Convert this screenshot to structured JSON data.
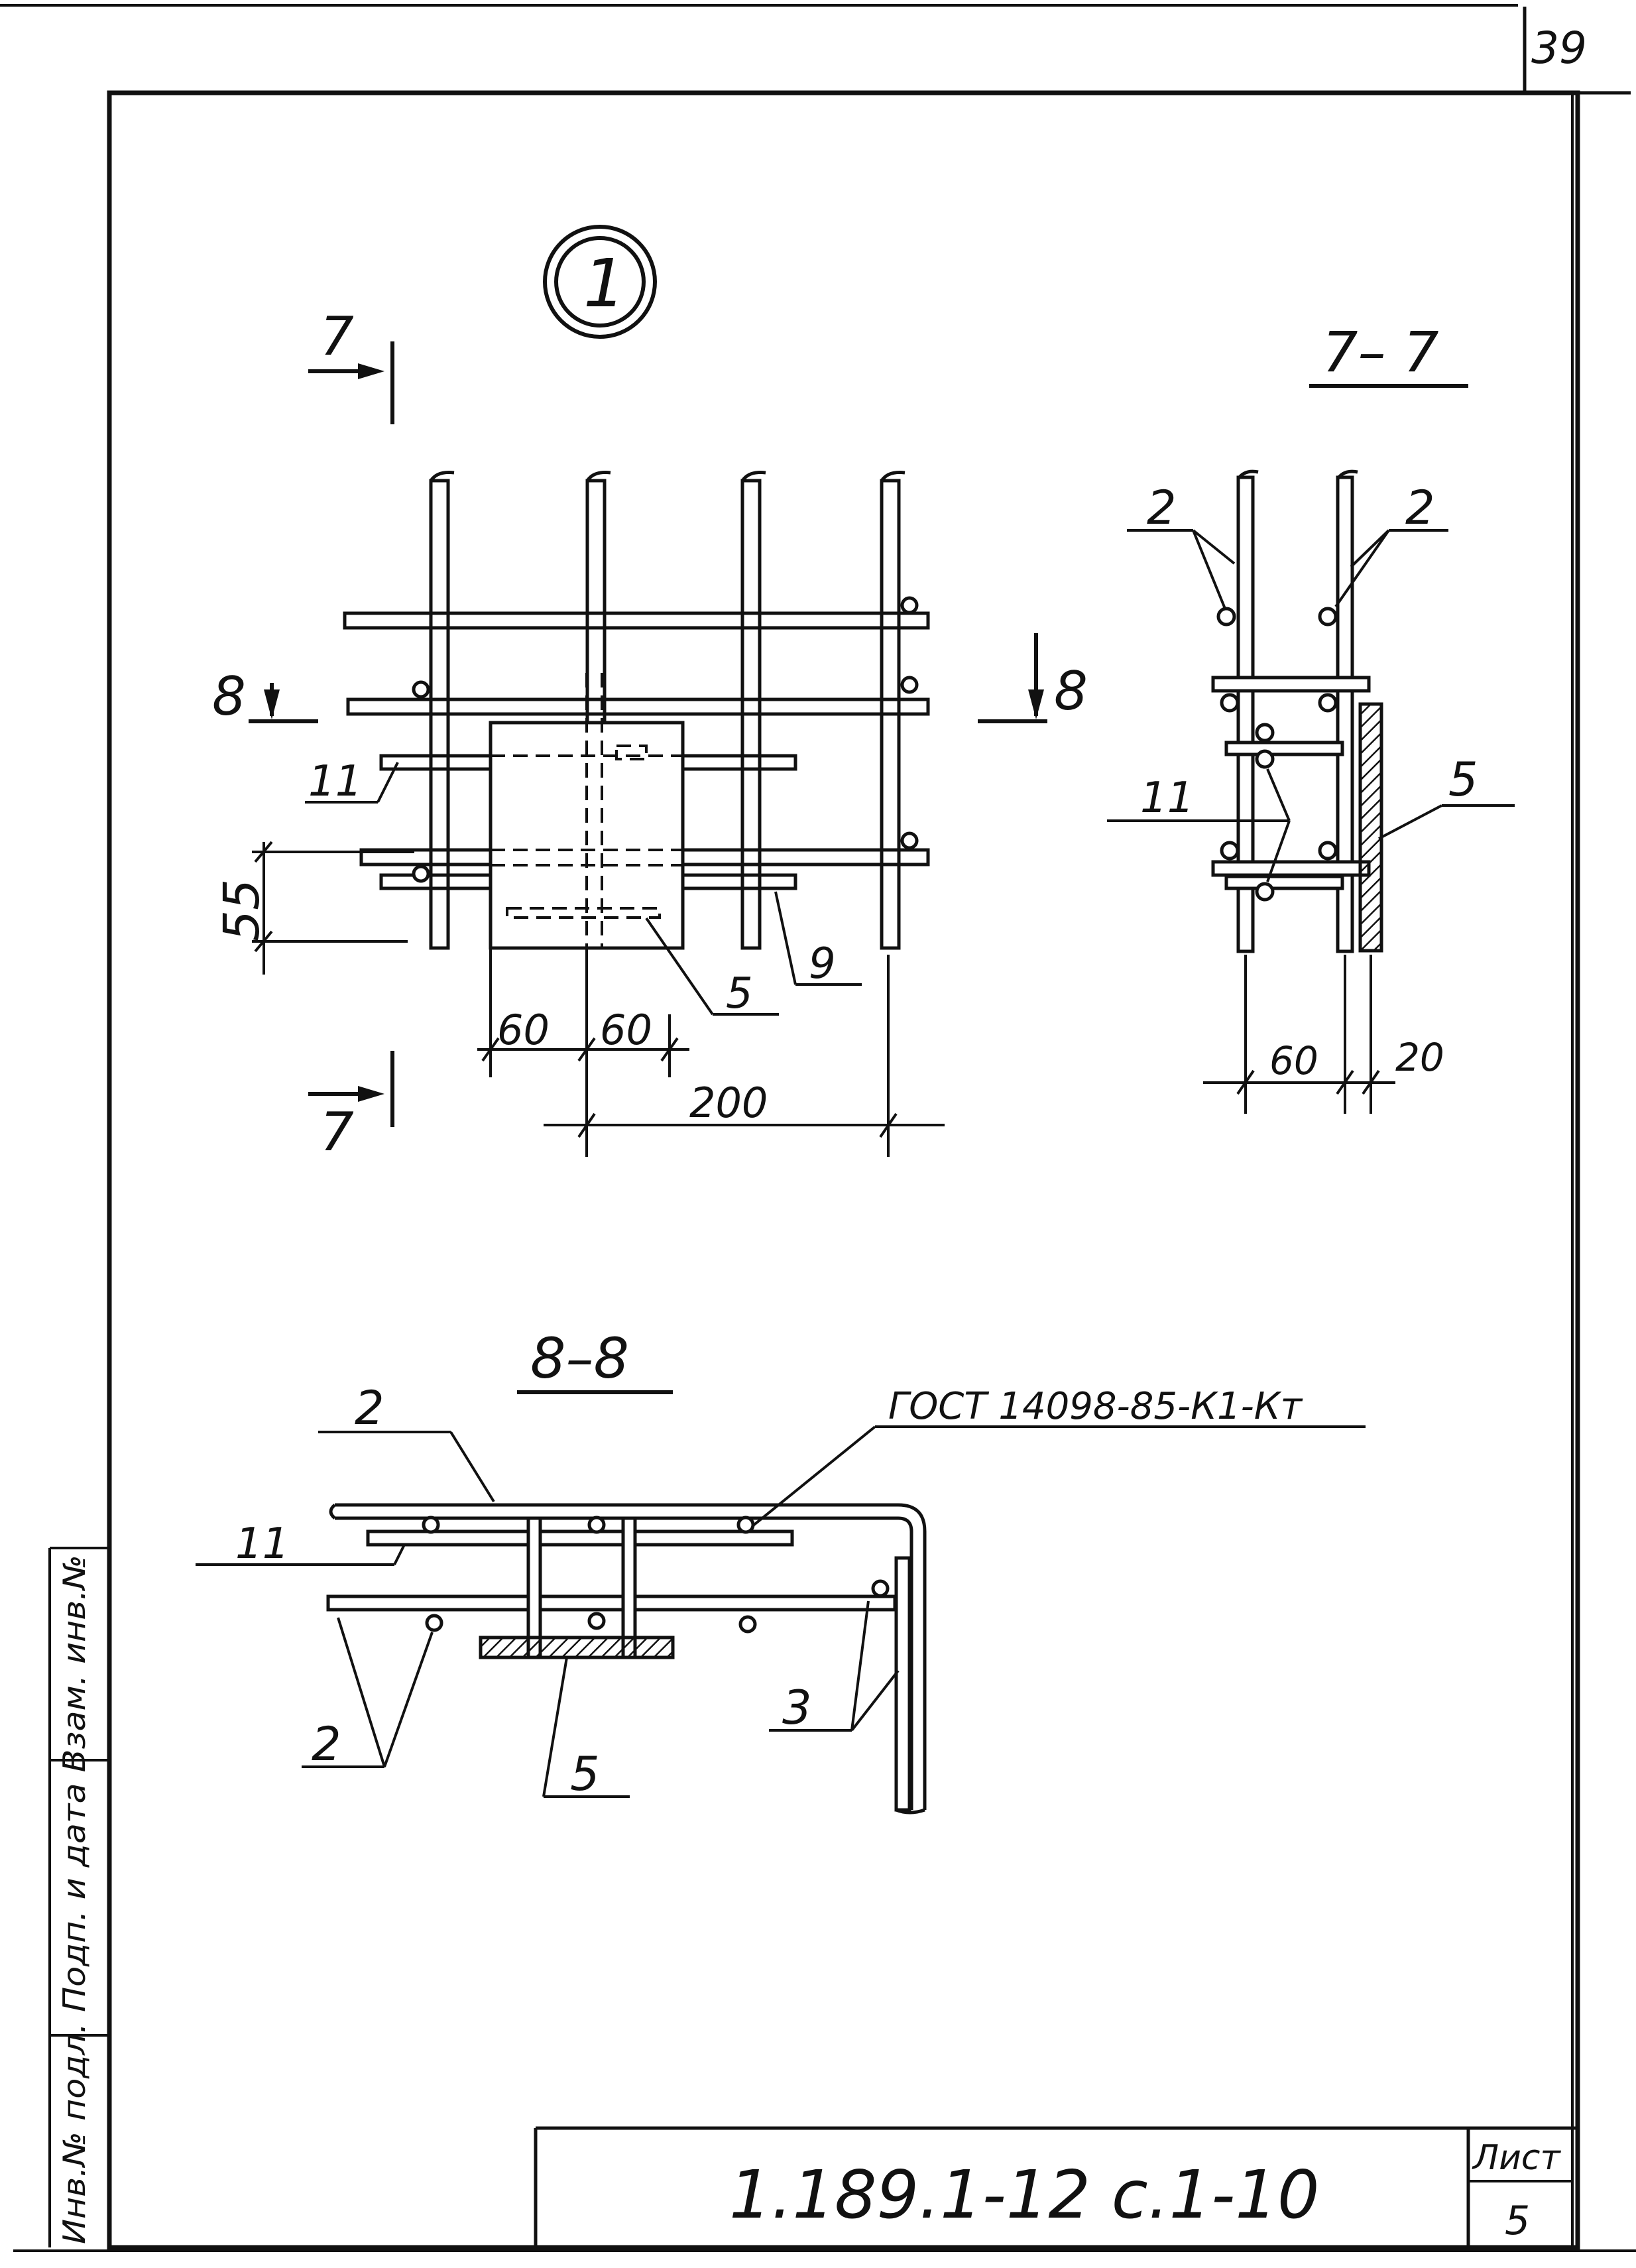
{
  "sheet": {
    "corner_number": "39",
    "side_stamp": "Инв.№ подл. Подп. и дата Взам. инв.№",
    "document_code": "1.189.1-12 с.1-10",
    "sheet_label": "Лист",
    "sheet_number": "5"
  },
  "detail": {
    "marker": "1"
  },
  "plan": {
    "cut_top": "7",
    "cut_bottom": "7",
    "cut_left": "8",
    "cut_right": "8",
    "dim_55": "55",
    "dim_60a": "60",
    "dim_60b": "60",
    "dim_200": "200",
    "label_11": "11",
    "label_5": "5",
    "label_9": "9"
  },
  "section77": {
    "title": "7– 7",
    "label_2a": "2",
    "label_2b": "2",
    "label_11": "11",
    "label_5": "5",
    "dim_60": "60",
    "dim_20": "20"
  },
  "section88": {
    "title": "8–8",
    "gost_note": "ГОСТ 14098-85-К1-Кт",
    "label_2top": "2",
    "label_11": "11",
    "label_2bottom": "2",
    "label_5": "5",
    "label_3": "3"
  }
}
